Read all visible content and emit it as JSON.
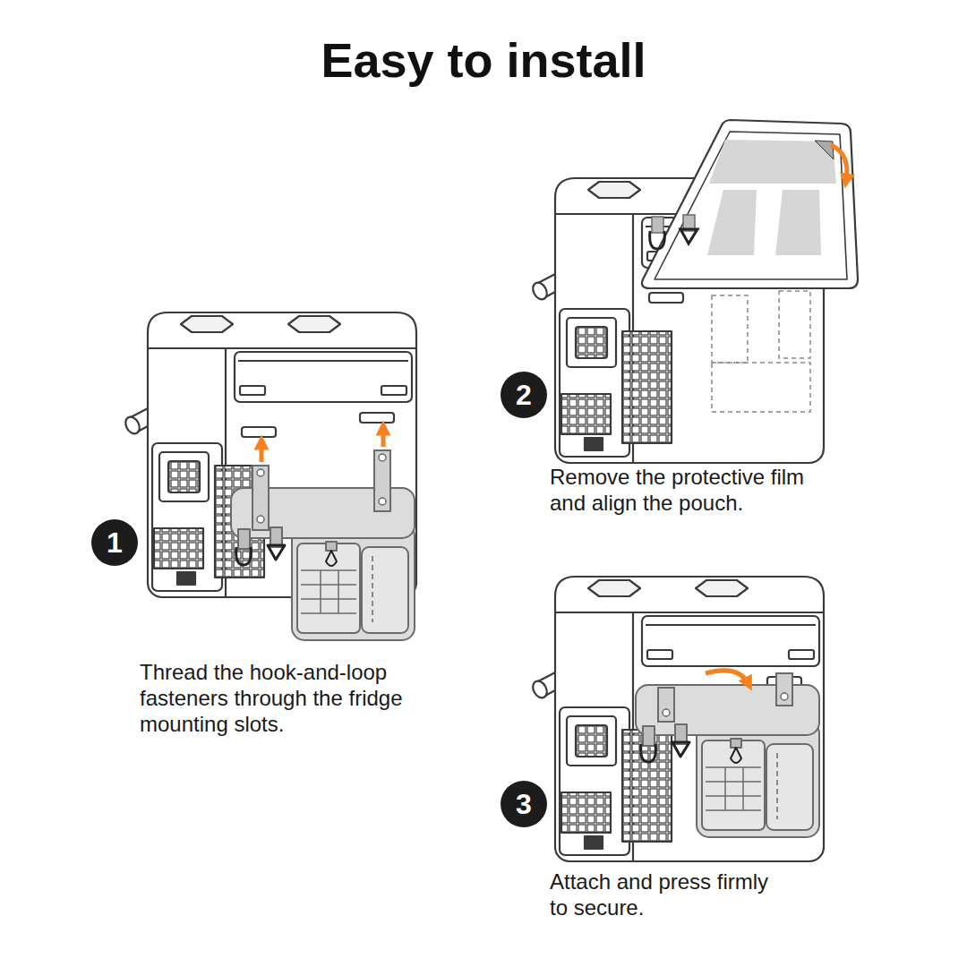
{
  "diagram": {
    "title": "Easy to install",
    "nodes": [
      {
        "text": [
          "1"
        ]
      },
      {
        "text": [
          "2"
        ]
      },
      {
        "text": [
          "3"
        ]
      }
    ],
    "labels": [
      "Thread the hook-and-loop fasteners through the fridge mounting slots.",
      "Remove the protective film and align the pouch.",
      "Attach and press firmly to secure."
    ]
  }
}
